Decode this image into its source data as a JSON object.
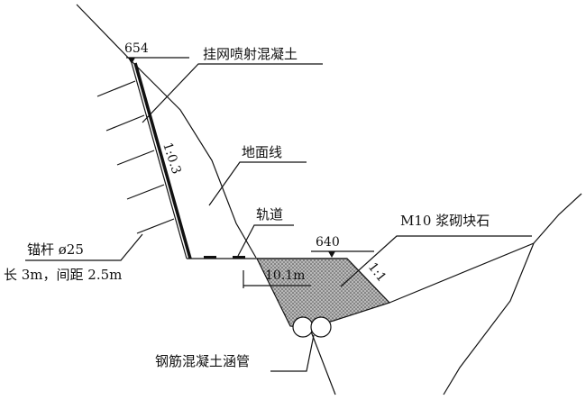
{
  "labels": {
    "elev_top": "654",
    "shotcrete": "挂网喷射混凝土",
    "ground_line": "地面线",
    "track": "轨道",
    "masonry": "M10 浆砌块石",
    "elev_bottom": "640",
    "slope_left": "1:0.3",
    "slope_right": "1:1",
    "width": "10.1m",
    "anchor_line1": "锚杆 ø25",
    "anchor_line2": "长 3m，间距 2.5m",
    "culvert": "钢筋混凝土涵管"
  },
  "colors": {
    "ink": "#111111",
    "fill_stipple": "#7a7a7a"
  }
}
